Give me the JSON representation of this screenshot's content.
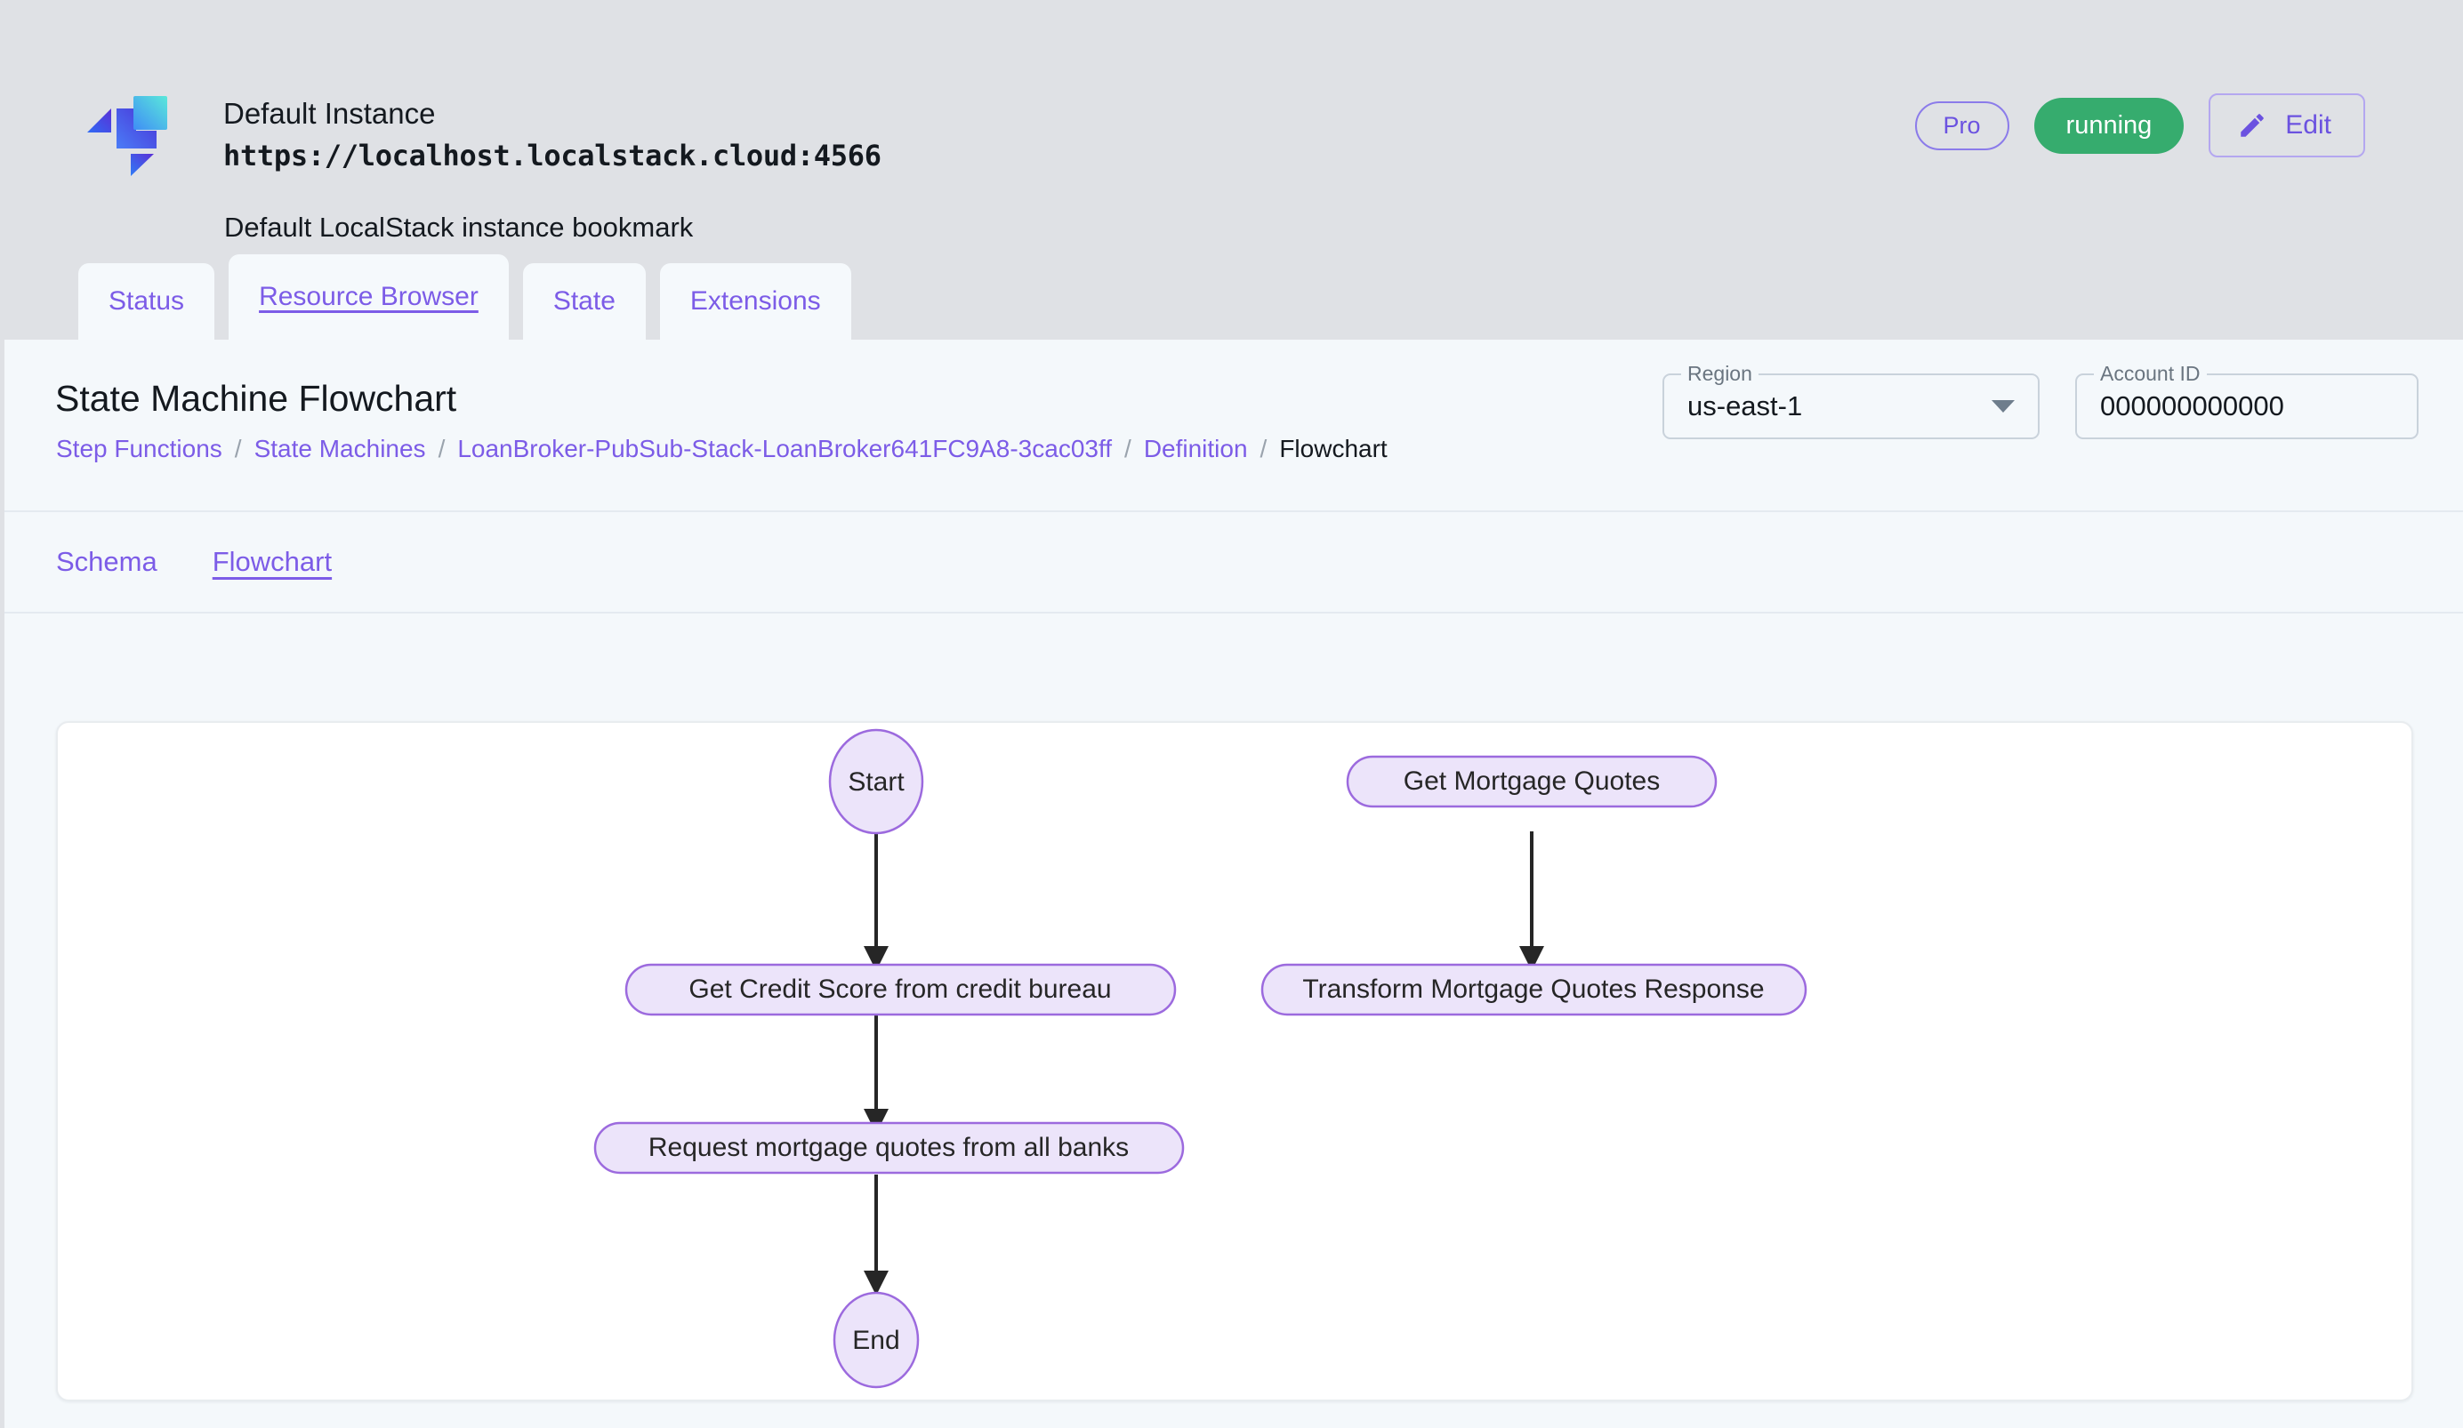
{
  "header": {
    "logo_icon": "localstack-logo-icon",
    "instance_name": "Default Instance",
    "instance_url": "https://localhost.localstack.cloud:4566",
    "instance_description": "Default LocalStack instance bookmark",
    "pro_badge": "Pro",
    "status_badge": "running",
    "edit_button": "Edit",
    "edit_icon": "pencil-icon",
    "status_color": "#36ac6e",
    "accent_color": "#7c5ce7"
  },
  "tabs": [
    {
      "label": "Status",
      "active": false
    },
    {
      "label": "Resource Browser",
      "active": true
    },
    {
      "label": "State",
      "active": false
    },
    {
      "label": "Extensions",
      "active": false
    }
  ],
  "page": {
    "title": "State Machine Flowchart",
    "breadcrumb": [
      {
        "label": "Step Functions",
        "current": false
      },
      {
        "label": "State Machines",
        "current": false
      },
      {
        "label": "LoanBroker-PubSub-Stack-LoanBroker641FC9A8-3cac03ff",
        "current": false
      },
      {
        "label": "Definition",
        "current": false
      },
      {
        "label": "Flowchart",
        "current": true
      }
    ],
    "breadcrumb_separator": "/"
  },
  "selectors": {
    "region": {
      "label": "Region",
      "value": "us-east-1",
      "caret_icon": "chevron-down-icon"
    },
    "account": {
      "label": "Account ID",
      "value": "000000000000"
    }
  },
  "subtabs": [
    {
      "label": "Schema",
      "active": false
    },
    {
      "label": "Flowchart",
      "active": true
    }
  ],
  "flowchart": {
    "node_fill": "#ece4fa",
    "node_stroke": "#9c6ade",
    "edge_color": "#262626",
    "nodes": [
      {
        "id": "start",
        "label": "Start",
        "shape": "ellipse"
      },
      {
        "id": "credit",
        "label": "Get Credit Score from credit bureau",
        "shape": "stadium"
      },
      {
        "id": "request",
        "label": "Request mortgage quotes from all banks",
        "shape": "stadium"
      },
      {
        "id": "end",
        "label": "End",
        "shape": "ellipse"
      },
      {
        "id": "getq",
        "label": "Get Mortgage Quotes",
        "shape": "stadium"
      },
      {
        "id": "transq",
        "label": "Transform Mortgage Quotes Response",
        "shape": "stadium"
      }
    ],
    "edges": [
      {
        "from": "start",
        "to": "credit"
      },
      {
        "from": "credit",
        "to": "request"
      },
      {
        "from": "request",
        "to": "end"
      },
      {
        "from": "getq",
        "to": "transq"
      }
    ]
  }
}
